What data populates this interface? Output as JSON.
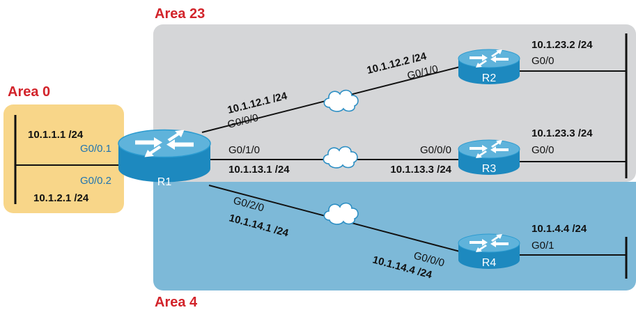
{
  "colors": {
    "area23_fill": "#d5d6d8",
    "area4_fill": "#7db9d8",
    "area0_fill": "#f8d689",
    "area_title": "#d2232a",
    "router_body": "#1d89bf",
    "router_top": "#5fb3db",
    "interface_blue": "#1f74b0"
  },
  "areas": {
    "area0": {
      "title": "Area 0"
    },
    "area23": {
      "title": "Area 23"
    },
    "area4": {
      "title": "Area 4"
    }
  },
  "routers": {
    "r1": {
      "name": "R1",
      "icon": "router-icon"
    },
    "r2": {
      "name": "R2",
      "icon": "router-icon"
    },
    "r3": {
      "name": "R3",
      "icon": "router-icon"
    },
    "r4": {
      "name": "R4",
      "icon": "router-icon"
    }
  },
  "clouds": {
    "icon": "cloud-icon"
  },
  "labels": {
    "r1_lan1_ip": "10.1.1.1 /24",
    "r1_lan1_intf": "G0/0.1",
    "r1_lan2_intf": "G0/0.2",
    "r1_lan2_ip": "10.1.2.1 /24",
    "r1_r2_ip": "10.1.12.1 /24",
    "r1_r2_intf": "G0/0/0",
    "r2_r1_ip": "10.1.12.2 /24",
    "r2_r1_intf": "G0/1/0",
    "r2_lan_ip": "10.1.23.2 /24",
    "r2_lan_intf": "G0/0",
    "r1_r3_intf": "G0/1/0",
    "r1_r3_ip": "10.1.13.1 /24",
    "r3_r1_intf": "G0/0/0",
    "r3_r1_ip": "10.1.13.3 /24",
    "r3_lan_ip": "10.1.23.3 /24",
    "r3_lan_intf": "G0/0",
    "r1_r4_intf": "G0/2/0",
    "r1_r4_ip": "10.1.14.1 /24",
    "r4_r1_intf": "G0/0/0",
    "r4_r1_ip": "10.1.14.4 /24",
    "r4_lan_ip": "10.1.4.4 /24",
    "r4_lan_intf": "G0/1"
  }
}
